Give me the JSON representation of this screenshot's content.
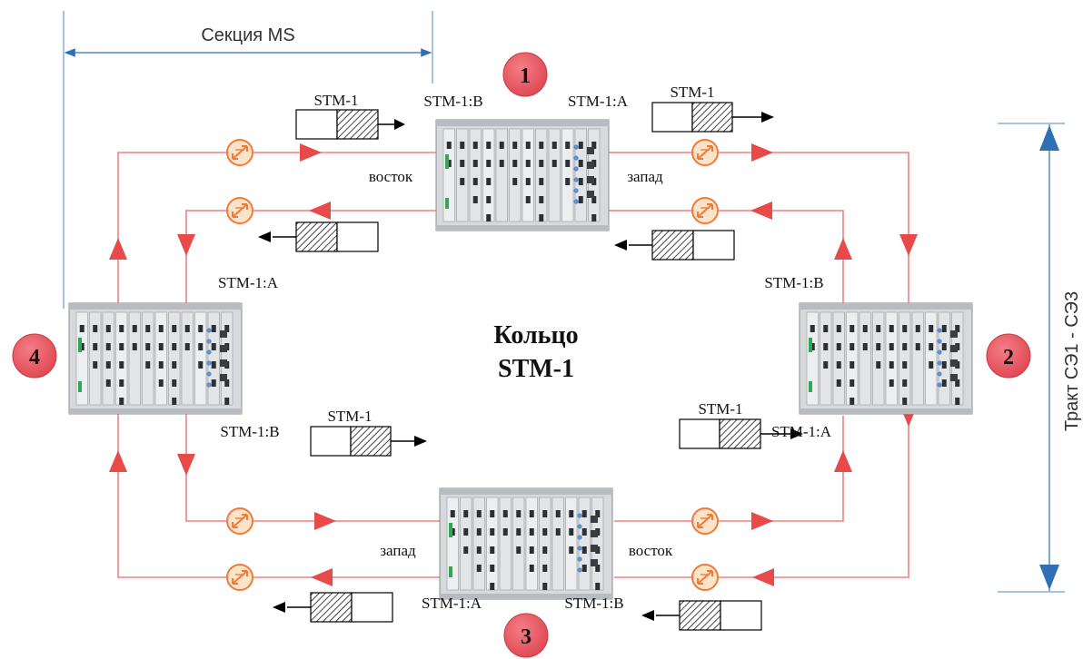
{
  "ms_section": {
    "label": "Секция MS"
  },
  "path_label": "Тракт СЭ1 - СЭ3",
  "ring_title": {
    "line1": "Кольцо",
    "line2": "STM-1"
  },
  "nodes": [
    {
      "number": "1",
      "port_left": "STM-1:B",
      "port_right": "STM-1:A",
      "side_left": "восток",
      "side_right": "запад"
    },
    {
      "number": "2",
      "port_top": "STM-1:B",
      "port_bottom": "STM-1:A"
    },
    {
      "number": "3",
      "port_left": "STM-1:A",
      "port_right": "STM-1:B",
      "side_left": "запад",
      "side_right": "восток"
    },
    {
      "number": "4",
      "port_top": "STM-1:A",
      "port_bottom": "STM-1:B"
    }
  ],
  "frames": [
    {
      "label": "STM-1"
    },
    {
      "label": "STM-1"
    },
    {
      "label": "STM-1"
    },
    {
      "label": "STM-1"
    }
  ],
  "colors": {
    "ring_line": "#f08080",
    "ring_arrow": "#e84a4a",
    "node_badge": "#e8505b",
    "dimension": "#2e6fb5",
    "regenerator_fill": "#fde3c8",
    "regenerator_stroke": "#f07a3a"
  }
}
